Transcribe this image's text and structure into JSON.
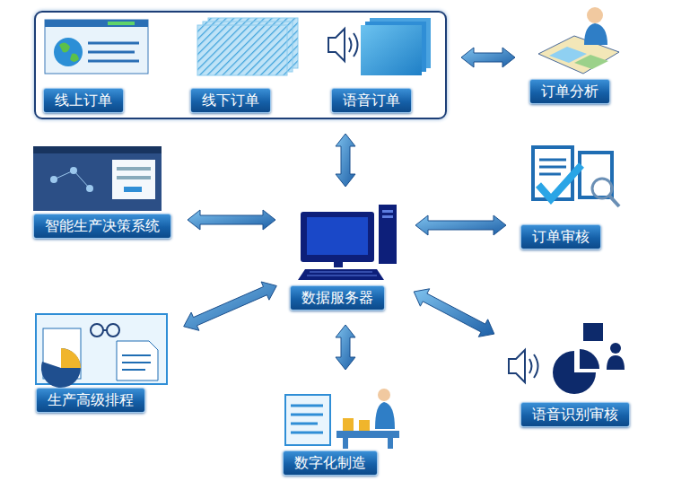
{
  "diagram": {
    "nodes": [
      {
        "text": []
      },
      {
        "text": [
          "线上订单"
        ],
        "in": 0
      },
      {
        "text": [
          "线下订单"
        ],
        "in": 0
      },
      {
        "text": [
          "语音订单"
        ],
        "in": 0
      },
      {
        "text": [
          "订单分析"
        ]
      },
      {
        "text": [
          "智能生产决策系统"
        ]
      },
      {
        "text": [
          "数据服务器"
        ]
      },
      {
        "text": [
          "订单审核"
        ]
      },
      {
        "text": [
          "生产高级排程"
        ]
      },
      {
        "text": [
          "语音识别审核"
        ]
      },
      {
        "text": [
          "数字化制造"
        ]
      }
    ],
    "edges": [
      {
        "from": 0,
        "to": 4,
        "arrow": "both"
      },
      {
        "from": 0,
        "to": 6,
        "arrow": "both"
      },
      {
        "from": 6,
        "to": 5,
        "arrow": "both"
      },
      {
        "from": 6,
        "to": 7,
        "arrow": "both"
      },
      {
        "from": 6,
        "to": 8,
        "arrow": "both"
      },
      {
        "from": 6,
        "to": 9,
        "arrow": "both"
      },
      {
        "from": 6,
        "to": 10,
        "arrow": "both"
      }
    ]
  }
}
